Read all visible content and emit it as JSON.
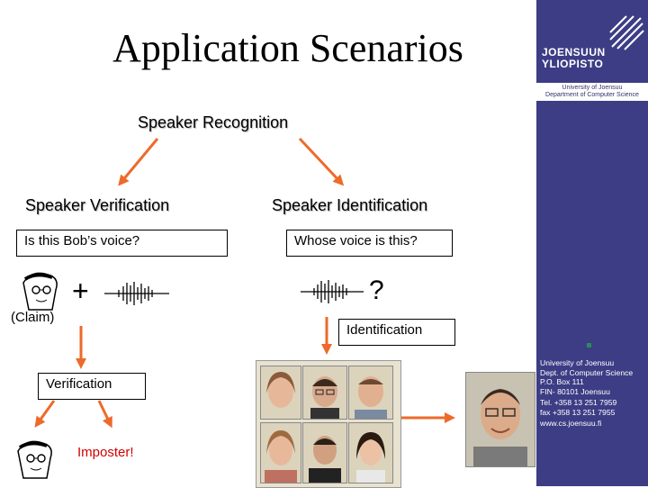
{
  "title": "Application Scenarios",
  "root": "Speaker Recognition",
  "left_branch": {
    "heading": "Speaker Verification",
    "question": "Is this Bob’s voice?",
    "plus": "+",
    "claim": "(Claim)",
    "result_box": "Verification",
    "imposter": "Imposter!"
  },
  "right_branch": {
    "heading": "Speaker Identification",
    "question": "Whose voice is this?",
    "unknown": "?",
    "result_box": "Identification"
  },
  "sidebar": {
    "logo_line1": "JOENSUUN",
    "logo_line2": "YLIOPISTO",
    "dept_line1": "University of Joensuu",
    "dept_line2": "Department of Computer Science",
    "contact": [
      "University of Joensuu",
      "Dept. of Computer Science",
      "P.O. Box 111",
      "FIN- 80101 Joensuu",
      "Tel. +358 13 251 7959",
      "fax +358 13 251 7955",
      "www.cs.joensuu.fi"
    ]
  },
  "colors": {
    "sidebar": "#3d3d86",
    "arrow": "#ee6a2a",
    "imposter": "#d40000"
  }
}
